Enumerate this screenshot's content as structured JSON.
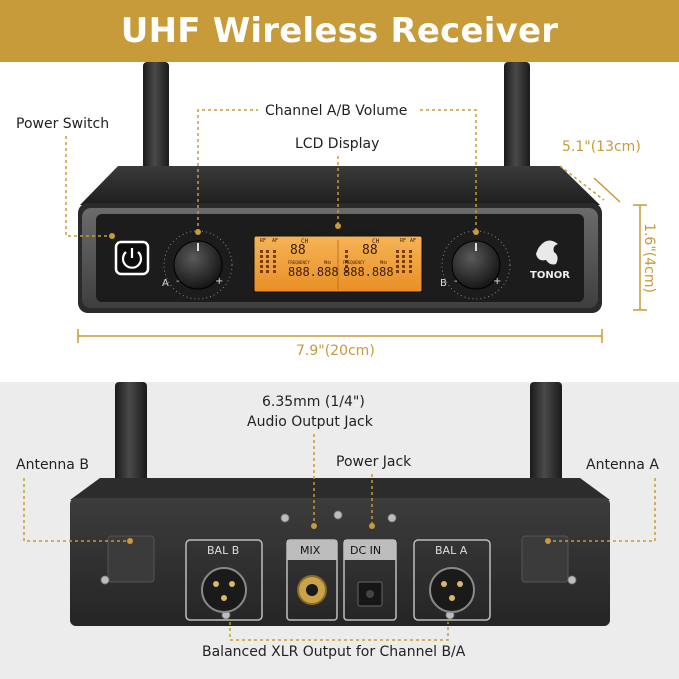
{
  "banner": {
    "title": "UHF Wireless Receiver"
  },
  "front": {
    "labels": {
      "power_switch": "Power Switch",
      "channel_volume": "Channel A/B Volume",
      "lcd_display": "LCD Display"
    },
    "dimensions": {
      "depth": "5.1\"(13cm)",
      "height": "1.6\"(4cm)",
      "width": "7.9\"(20cm)"
    },
    "lcd": {
      "title": "UHF WIRELESS MICROPHONE",
      "ch_label": "CH",
      "channel_digits": "88",
      "frequency_label": "FREQUENCY",
      "unit": "MHz",
      "frequency_digits": "888.888",
      "rf": "RF",
      "af": "AF"
    },
    "knob_a": {
      "label": "A",
      "minus": "-",
      "plus": "+"
    },
    "knob_b": {
      "label": "B",
      "minus": "-",
      "plus": "+"
    },
    "brand": "TONOR"
  },
  "back": {
    "labels": {
      "audio_jack_line1": "6.35mm (1/4\")",
      "audio_jack_line2": "Audio Output Jack",
      "power_jack": "Power Jack",
      "antenna_b": "Antenna B",
      "antenna_a": "Antenna A",
      "xlr_output": "Balanced XLR Output for Channel B/A"
    },
    "ports": {
      "bal_b": "BAL B",
      "mix": "MIX",
      "dc_in": "DC IN",
      "bal_a": "BAL A"
    }
  },
  "colors": {
    "gold": "#c79a3a",
    "lcd": "#f2a13a",
    "body": "#2b2b2b"
  }
}
